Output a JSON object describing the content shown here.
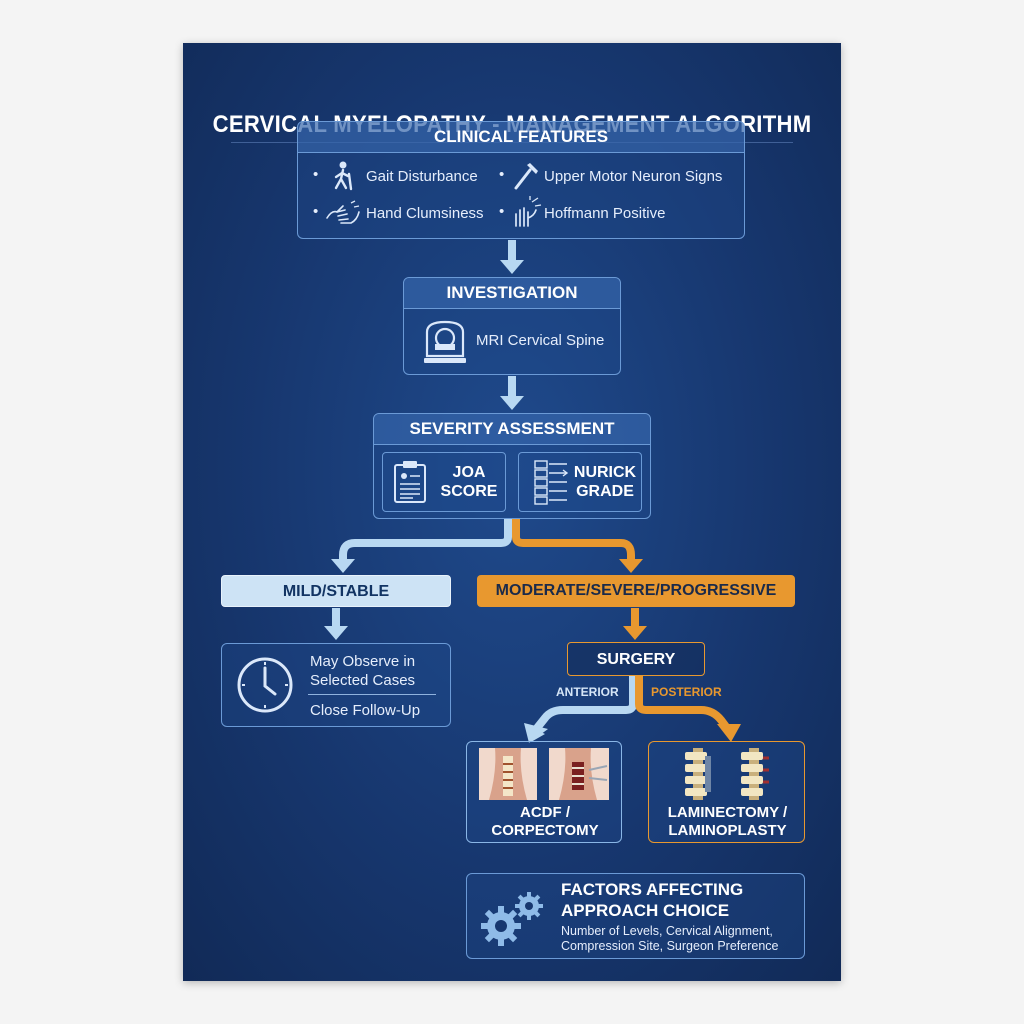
{
  "title": "CERVICAL MYELOPATHY - MANAGEMENT ALGORITHM",
  "clinical": {
    "header": "CLINICAL FEATURES",
    "items": [
      "Gait Disturbance",
      "Upper Motor Neuron Signs",
      "Hand Clumsiness",
      "Hoffmann Positive"
    ]
  },
  "investigation": {
    "header": "INVESTIGATION",
    "item": "MRI Cervical Spine"
  },
  "severity": {
    "header": "SEVERITY ASSESSMENT",
    "joa": [
      "JOA",
      "SCORE"
    ],
    "nurick": [
      "NURICK",
      "GRADE"
    ]
  },
  "mild": {
    "label": "MILD/STABLE",
    "observe": [
      "May Observe in",
      "Selected Cases"
    ],
    "followup": "Close Follow-Up"
  },
  "severe": {
    "label": "MODERATE/SEVERE/PROGRESSIVE"
  },
  "surgery": {
    "label": "SURGERY",
    "anterior": "ANTERIOR",
    "posterior": "POSTERIOR",
    "anterior_options": [
      "ACDF /",
      "CORPECTOMY"
    ],
    "posterior_options": [
      "LAMINECTOMY /",
      "LAMINOPLASTY"
    ]
  },
  "factors": {
    "title": [
      "FACTORS AFFECTING",
      "APPROACH CHOICE"
    ],
    "details": [
      "Number of Levels, Cervical Alignment,",
      "Compression Site, Surgeon Preference"
    ]
  },
  "colors": {
    "accent_blue": "#b8d8f2",
    "accent_orange": "#e8982f",
    "panel_border": "#6b9ad6"
  }
}
